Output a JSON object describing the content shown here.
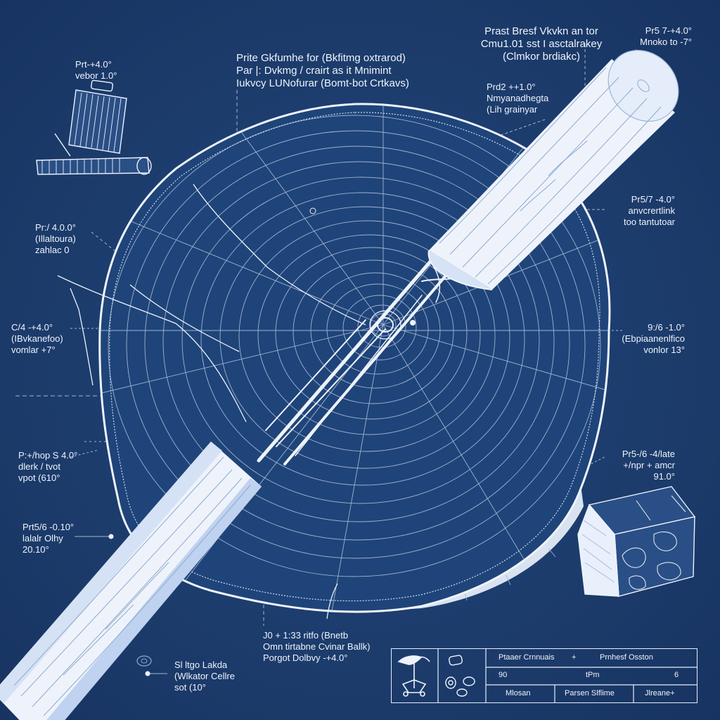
{
  "title_block": [
    "Prite Gkfumhe for (Bkfitmg oxtrarod)",
    "Par |: Dvkmg / crairt as it Mnimint",
    "Iukvcy LUNofurar (Bomt-bot Crtkavs)"
  ],
  "top_right_block": [
    "Prast Bresf Vkvkn an tor",
    "Cmu1.01 sst I asctalrakey",
    "(Clmkor brdiakc)"
  ],
  "callouts": {
    "tl_icon": [
      "Prt-+4.0°",
      "vebor 1.0°"
    ],
    "tr_corner": [
      "Pr5 7-+4.0°",
      "Mnoko to -7°"
    ],
    "tr_mid": [
      "Prd2 ++1.0°",
      "Nmyanadhegta",
      "(Lih grainyar"
    ],
    "right_upper": [
      "Pr5/7 -4.0°",
      "anvcrertlink",
      "too tantutoar"
    ],
    "left_upper": [
      "Pr:/ 4.0.0°",
      "(Illaltoura)",
      "zahlac 0"
    ],
    "left_mid": [
      "C/4 -+4.0°",
      "(IBvkanefoo)",
      "vomlar +7°"
    ],
    "right_mid": [
      "9:/6 -1.0°",
      "(Ebpiaanenlfico",
      "vonlor 13°"
    ],
    "left_lower": [
      "P:+/hop S 4.0°",
      "dlerk / tvot",
      "vpot (610°"
    ],
    "right_lower": [
      "Pr5-/6 -4/late",
      "+/npr + amcr",
      "91.0°"
    ],
    "left_bottom": [
      "Prt5/6 -0.10°",
      "lalalr Olhy",
      "20.10°"
    ],
    "bottom_center": [
      "J0 + 1:33 ritfo (Bnetb",
      "Omn tirtabne Cvinar Ballk)",
      "Porgot Dolbvy -+4.0°"
    ],
    "bottom_left": [
      "Sl ltgo Lakda",
      "(Wlkator Cellre",
      "sot (10°"
    ]
  },
  "table": {
    "header_1": "Ptaaer Crnnuais",
    "header_plus": "+",
    "header_2": "Prnhesf Osston",
    "r2c1": "90",
    "r2c2": "tPm",
    "r2c3": "6",
    "r3c1": "Mlosan",
    "r3c2": "Parsen Slflime",
    "r3c3": "Jlreane+"
  }
}
